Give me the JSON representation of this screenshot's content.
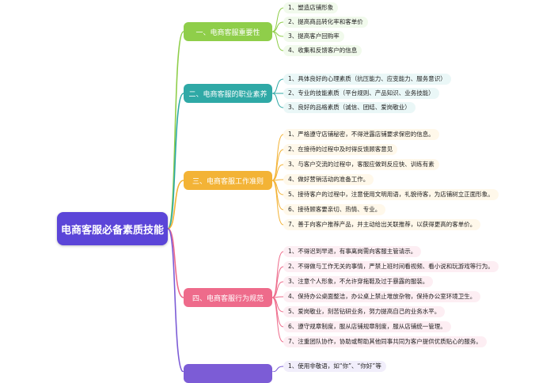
{
  "root": {
    "label": "电商客服必备素质技能"
  },
  "colors": {
    "root": "#5b45d8",
    "branch_1": "#8fce4a",
    "branch_2": "#2fa9a6",
    "branch_3": "#f3b336",
    "branch_4": "#ee6b8b",
    "branch_5": "#7c5cd6"
  },
  "branches": [
    {
      "label": "一、电商客服重要性",
      "items": [
        "1、塑造店铺形象",
        "2、提高商品转化率和客单价",
        "3、提高客户回购率",
        "4、收集和反馈客户的信息"
      ]
    },
    {
      "label": "二、电商客服的职业素养",
      "items": [
        "1、具体良好的心理素质（抗压能力、应变能力、服务意识）",
        "2、专业的技能素质（平台规则、产品知识、业务技能）",
        "3、良好的品格素质（诚信、团结、爱岗敬业）"
      ]
    },
    {
      "label": "三、电商客服工作准则",
      "items": [
        "1、严格遵守店铺秘密，不得泄露店铺要求保密的信息。",
        "2、在接待的过程中及时得反馈顾客意见",
        "3、与客户交流的过程中，客服应做到反应快、训练有素",
        "4、做好营销活动的准备工作。",
        "5、接待客户的过程中，注意使用文明用语，礼貌待客，为店铺树立正面形象。",
        "6、接待顾客要亲切、热情、专业。",
        "7、善于向客户推荐产品，并主动给出关联推荐，以获得更高的客单价。"
      ]
    },
    {
      "label": "四、电商客服行为规范",
      "items": [
        "1、不得迟到早退，有事离岗需向客服主管请示。",
        "2、不得做与工作无关的事情，严禁上班时间看视频、看小说和玩游戏等行为。",
        "3、注意个人形象，不允许穿拖鞋及过于暴露的服装。",
        "4、保持办公桌面整洁，办公桌上禁止堆放杂物，保持办公室环境卫生。",
        "5、爱岗敬业，刻苦钻研业务，努力提高自己的业务水平。",
        "6、遵守规章制度，服从店铺规章制度，服从店铺统一管理。",
        "7、注重团队协作，协助或帮助其他同事共同为客户提供优质贴心的服务。"
      ]
    },
    {
      "label": "",
      "items": [
        "1、使用非敬语，如“你”、“你好”等"
      ]
    }
  ]
}
